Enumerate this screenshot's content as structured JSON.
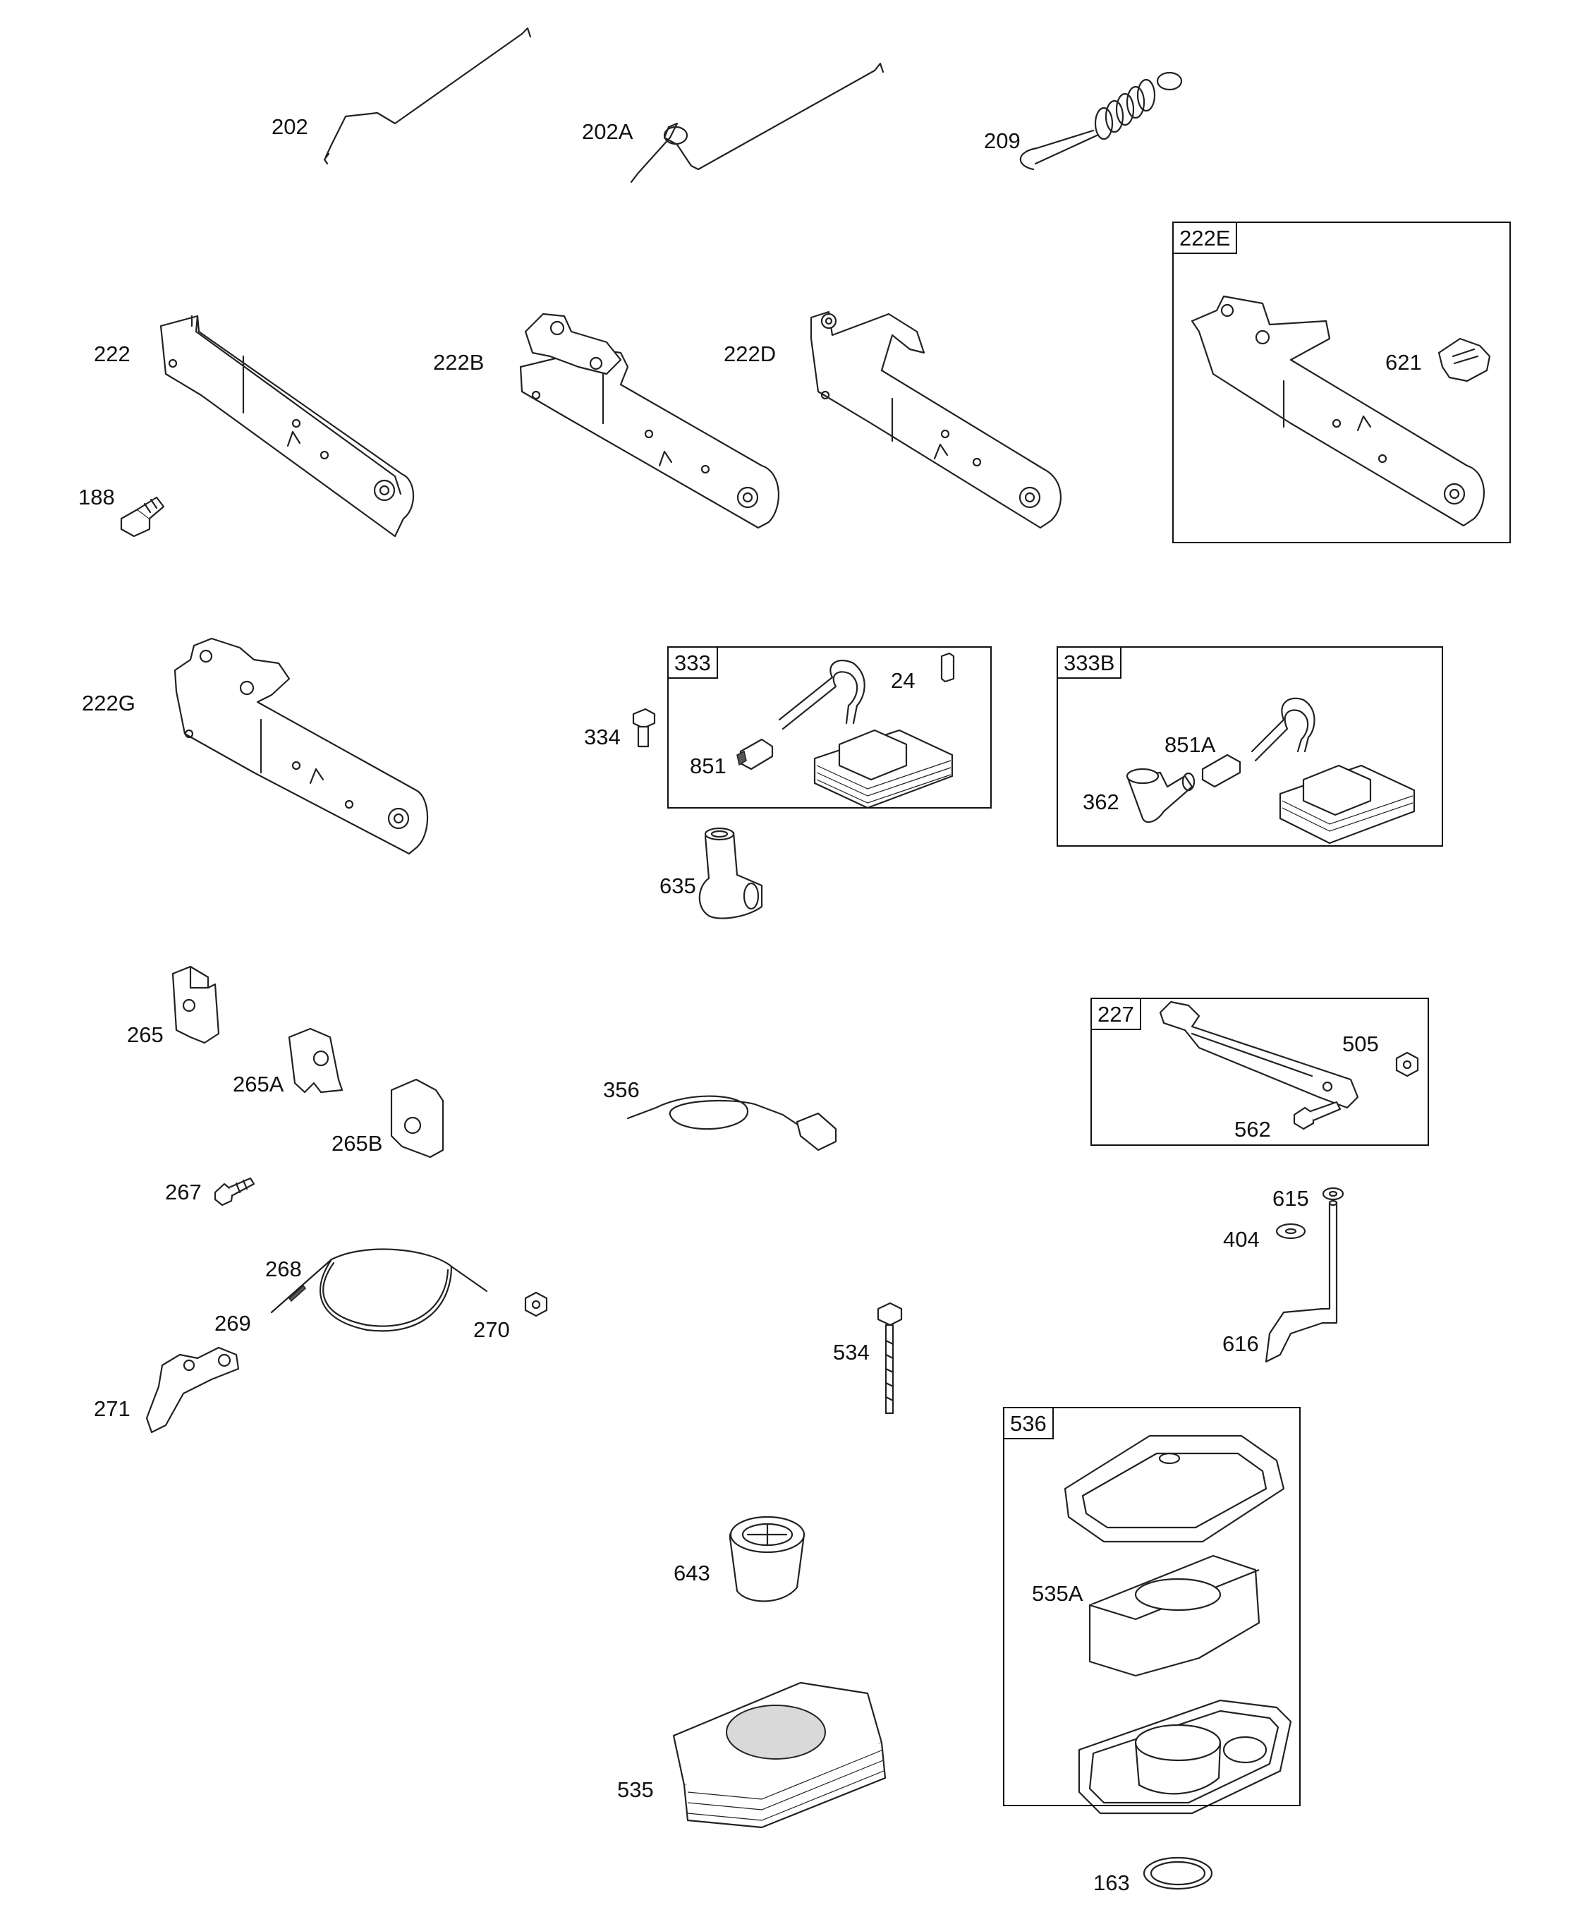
{
  "diagram": {
    "labels": {
      "p202": "202",
      "p202A": "202A",
      "p209": "209",
      "p222": "222",
      "p188": "188",
      "p222B": "222B",
      "p222D": "222D",
      "p621": "621",
      "p222G": "222G",
      "p334": "334",
      "p24": "24",
      "p851": "851",
      "p635": "635",
      "p851A": "851A",
      "p362": "362",
      "p265": "265",
      "p265A": "265A",
      "p265B": "265B",
      "p267": "267",
      "p356": "356",
      "p505": "505",
      "p562": "562",
      "p615": "615",
      "p404": "404",
      "p616": "616",
      "p268": "268",
      "p269": "269",
      "p270": "270",
      "p271": "271",
      "p534": "534",
      "p643": "643",
      "p535A": "535A",
      "p535": "535",
      "p163": "163"
    },
    "kits": {
      "k222E": "222E",
      "k333": "333",
      "k333B": "333B",
      "k227": "227",
      "k536": "536"
    }
  }
}
